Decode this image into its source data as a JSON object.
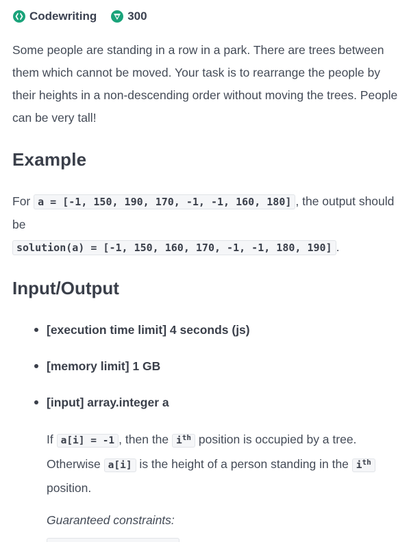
{
  "header": {
    "category_label": "Codewriting",
    "score": "300",
    "brand_color": "#1aa37a"
  },
  "description": {
    "text": "Some people are standing in a row in a park. There are trees between them which cannot be moved. Your task is to rearrange the people by their heights in a non-descending order without moving the trees. People can be very tall!"
  },
  "example": {
    "heading": "Example",
    "prefix": "For ",
    "input_code": "a = [-1, 150, 190, 170, -1, -1, 160, 180]",
    "middle": ", the output should be",
    "output_code": "solution(a) = [-1, 150, 160, 170, -1, -1, 180, 190]",
    "suffix": "."
  },
  "io": {
    "heading": "Input/Output",
    "items": [
      {
        "bracket": "[execution time limit]",
        "value": "4 seconds (js)"
      },
      {
        "bracket": "[memory limit]",
        "value": "1 GB"
      },
      {
        "bracket": "[input]",
        "value": "array.integer a"
      }
    ],
    "input_description": {
      "if": "If ",
      "code1": "a[i] = -1",
      "then": ", then the ",
      "code2": "i",
      "sup2": "th",
      "position_text": " position is occupied by a tree. Otherwise ",
      "code3": "a[i]",
      "height_text": " is the height of a person standing in the ",
      "code4": "i",
      "sup4": "th",
      "end": " position."
    },
    "constraints_label": "Guaranteed constraints:"
  }
}
